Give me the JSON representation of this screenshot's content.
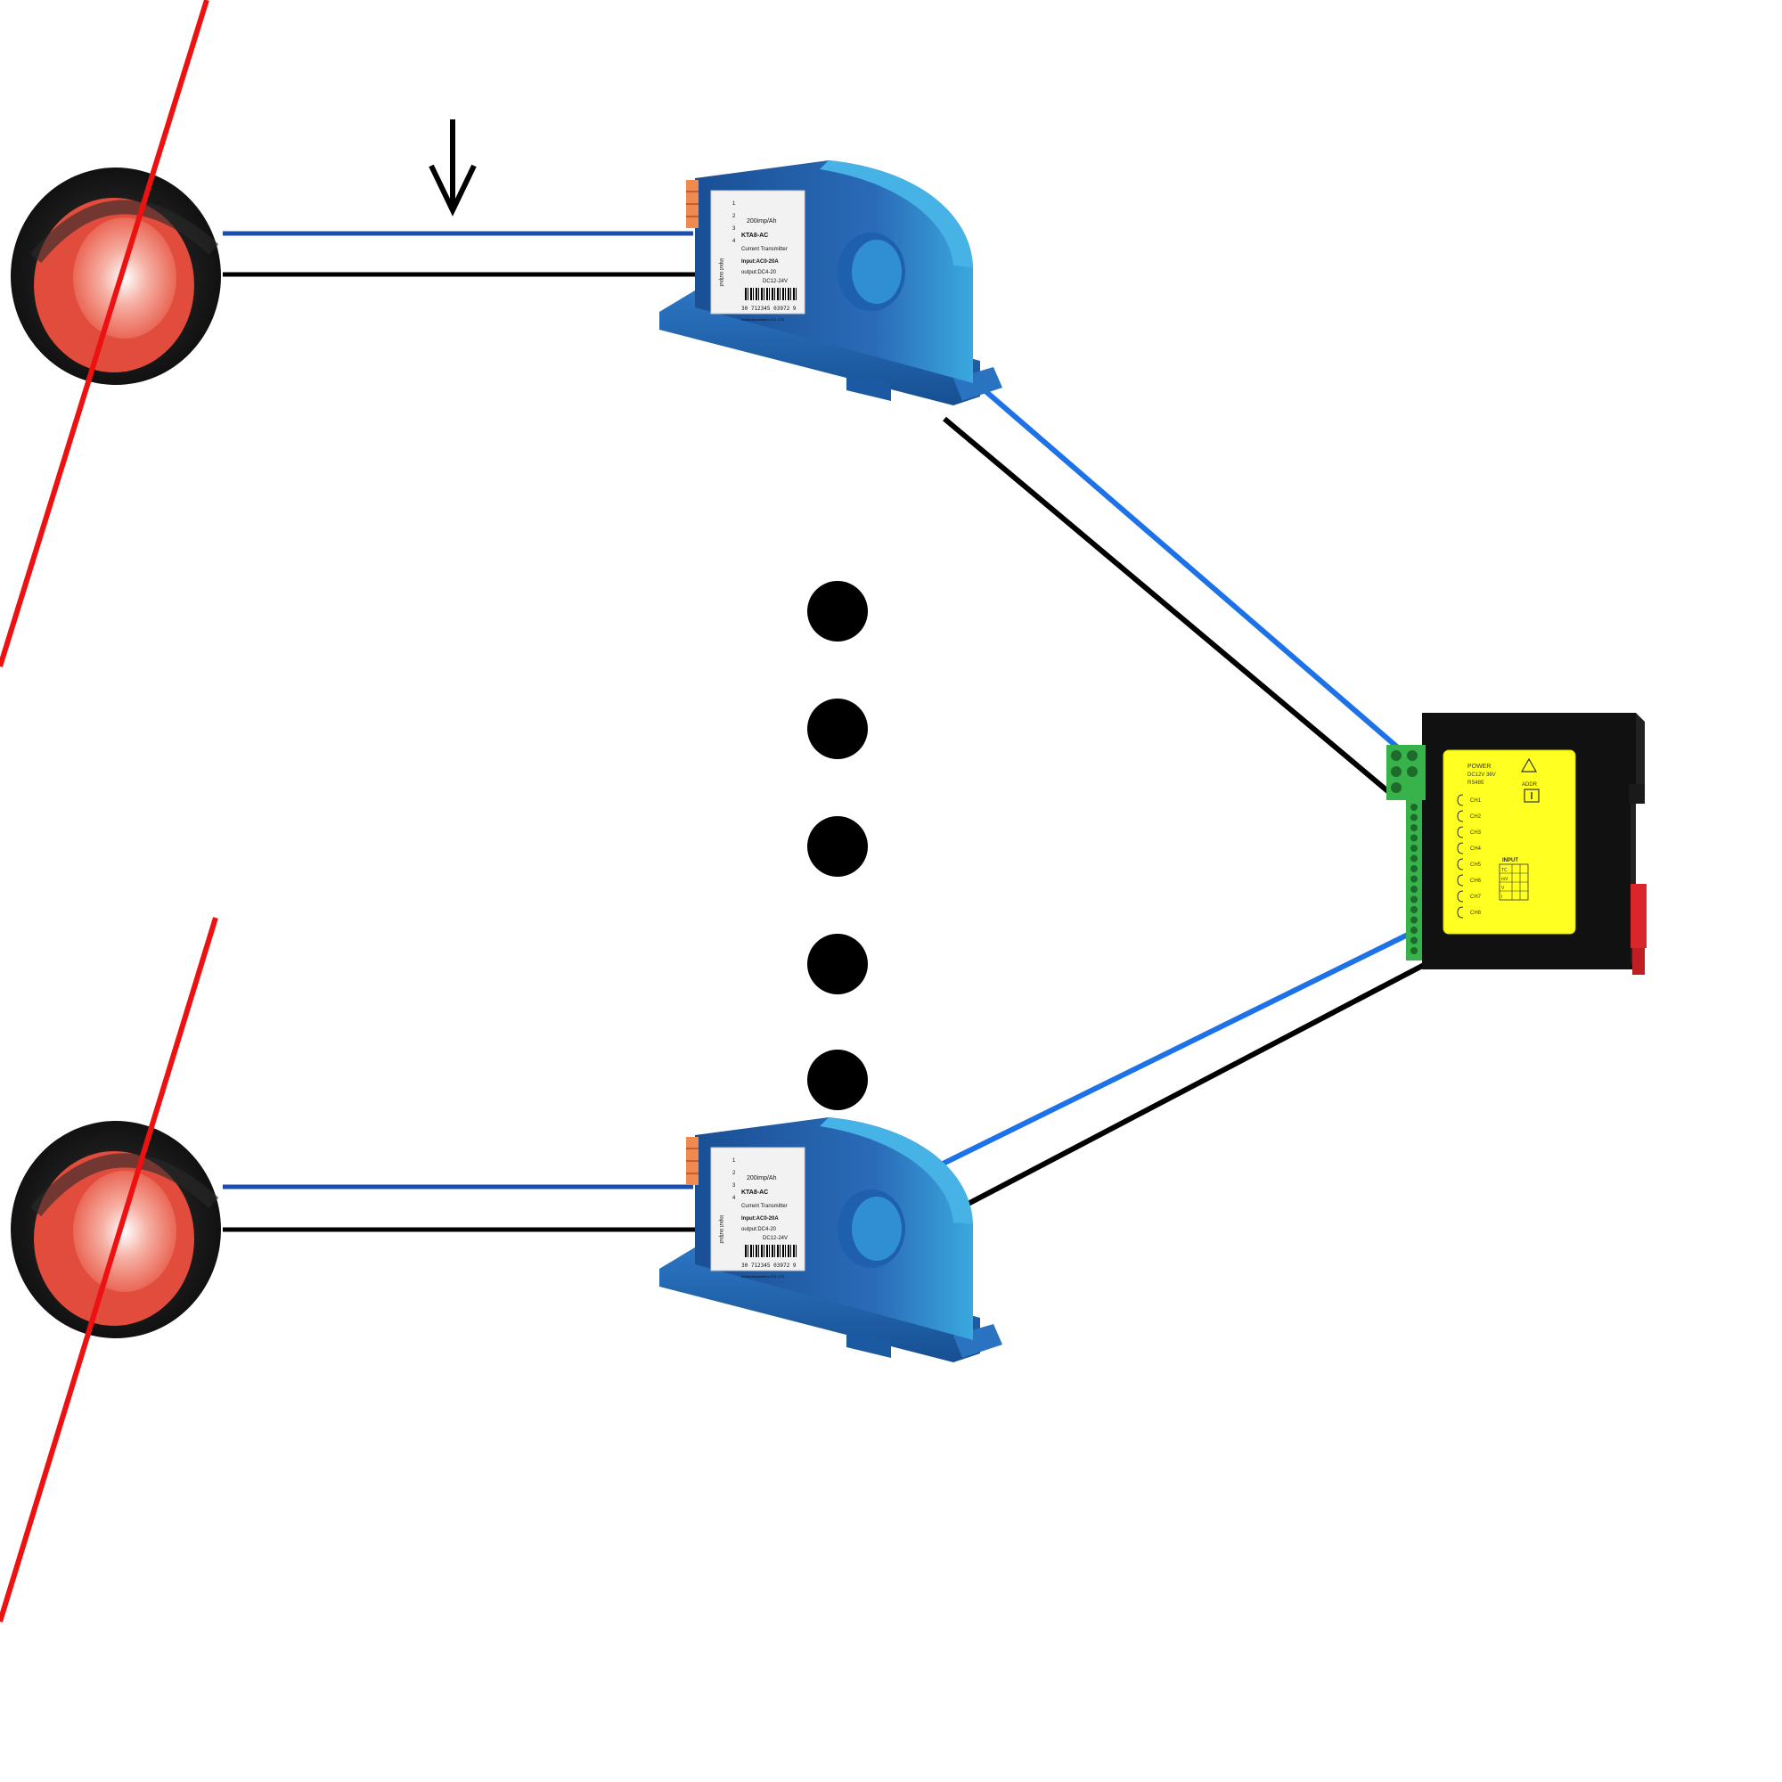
{
  "colors": {
    "background": "#ffffff",
    "primary_conductor": "#ee1111",
    "wire_signal": "#1e72e8",
    "wire_return": "#000000",
    "ct_body": "#1f5fa8",
    "ct_highlight": "#3aa0dc",
    "ring_outer": "#1c1c1c",
    "ring_inner": "#f06a58",
    "module_body": "#111111",
    "module_label": "#ffff22",
    "terminal": "#38b24a"
  },
  "transmitter": {
    "top_row_header": "1",
    "label_rows": [
      {
        "pin": "1",
        "text": "200imp/Ah"
      },
      {
        "pin": "2",
        "text": "KTA8-AC"
      },
      {
        "pin": "3",
        "text": "Current Transmitter"
      },
      {
        "pin": "4",
        "text": "Input:AC0-20A"
      }
    ],
    "output_line": "output:DC4-20",
    "supply_line": "DC12-24V",
    "barcode_number": "30 712345 03972 9",
    "maker_line": "KehaoAutomation CO.,LTD",
    "side_text": "input  output"
  },
  "collector": {
    "header_left": "POWER",
    "header_left_2": "DC12V 36V",
    "header_left_3": "RS485",
    "header_right": "ADDR",
    "channels": [
      "CH1",
      "CH2",
      "CH3",
      "CH4",
      "CH5",
      "CH6",
      "CH7",
      "CH8"
    ],
    "input_title": "INPUT",
    "input_rows": [
      "TC",
      "mV",
      "V",
      "I"
    ]
  },
  "icons": {
    "direction_arrow": "arrow-down-icon",
    "ellipsis": "vertical-ellipsis-icon"
  }
}
